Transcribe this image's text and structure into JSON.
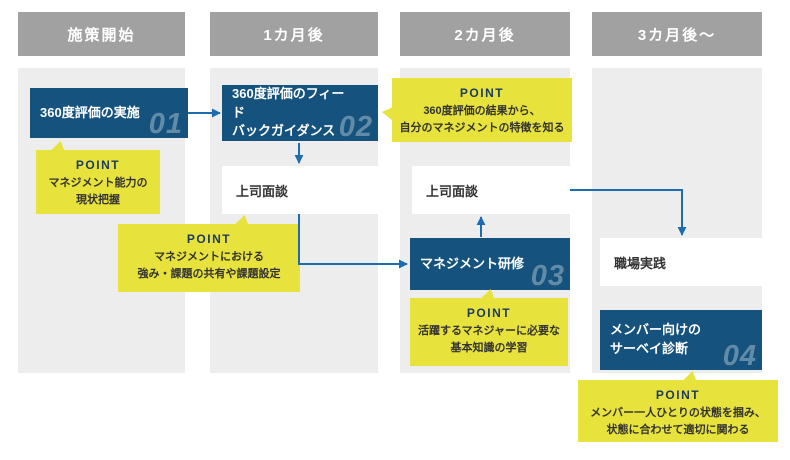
{
  "headers": [
    "施策開始",
    "1カ月後",
    "2カ月後",
    "3カ月後〜"
  ],
  "steps": {
    "s1": {
      "number": "01",
      "line1": "360度評価の実施"
    },
    "s2": {
      "number": "02",
      "line1": "360度評価のフィード",
      "line2": "バックガイダンス"
    },
    "s3": {
      "number": "03",
      "line1": "マネジメント研修"
    },
    "s4": {
      "number": "04",
      "line1": "メンバー向けの",
      "line2": "サーベイ診断"
    }
  },
  "plain_boxes": {
    "interview1": "上司面談",
    "interview2": "上司面談",
    "practice": "職場実践"
  },
  "points": {
    "p1": {
      "label": "POINT",
      "line1": "マネジメント能力の",
      "line2": "現状把握"
    },
    "p2": {
      "label": "POINT",
      "line1": "マネジメントにおける",
      "line2": "強み・課題の共有や課題設定"
    },
    "p3": {
      "label": "POINT",
      "line1": "360度評価の結果から、",
      "line2": "自分のマネジメントの特徴を知る"
    },
    "p4": {
      "label": "POINT",
      "line1": "活躍するマネジャーに必要な",
      "line2": "基本知識の学習"
    },
    "p5": {
      "label": "POINT",
      "line1": "メンバー一人ひとりの状態を掴み、",
      "line2": "状態に合わせて適切に関わる"
    }
  },
  "colors": {
    "header_bg": "#a1a1a1",
    "column_bg": "#ededed",
    "step_bg": "#15537e",
    "point_bg": "#e7e23c",
    "arrow": "#1e6cb0",
    "text_dark": "#333333",
    "step_number": "rgba(255,255,255,0.33)"
  }
}
